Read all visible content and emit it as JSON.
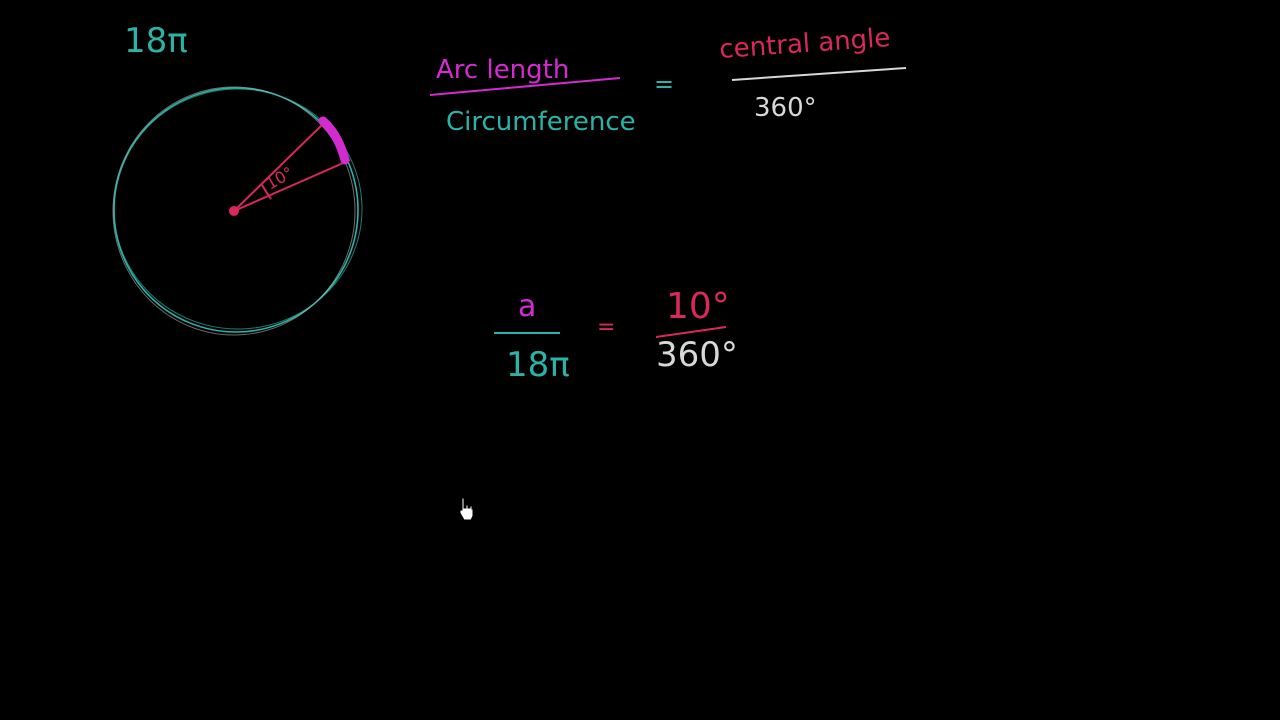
{
  "colors": {
    "background": "#000000",
    "teal": "#2ab3a6",
    "crimson": "#d9285a",
    "magenta": "#d22bd0",
    "white": "#d8d8d8"
  },
  "circumference_label": "18π",
  "central_angle_label": "10°",
  "formula": {
    "arc_length": "Arc length",
    "circumference": "Circumference",
    "equals": "=",
    "central_angle": "central angle",
    "degrees": "360°"
  },
  "equation": {
    "numerator": "a",
    "denominator": "18π",
    "equals": "=",
    "angle_numerator": "10°",
    "angle_denominator": "360°"
  },
  "cursor_icon": "hand-pointer-icon"
}
